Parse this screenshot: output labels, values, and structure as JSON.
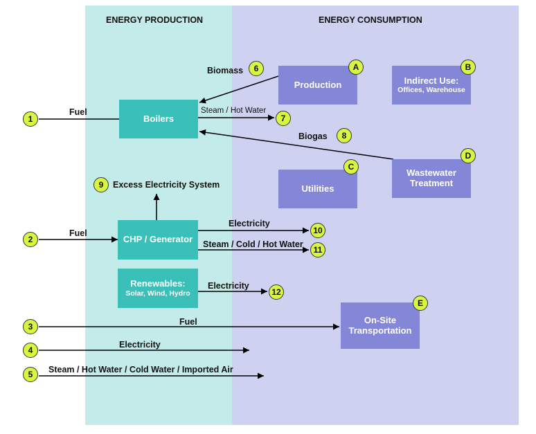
{
  "zones": {
    "production_title": "ENERGY PRODUCTION",
    "consumption_title": "ENERGY CONSUMPTION"
  },
  "boxes": {
    "boilers": "Boilers",
    "chp": "CHP / Generator",
    "renewables_title": "Renewables:",
    "renewables_sub": "Solar, Wind, Hydro",
    "production": "Production",
    "indirect_title": "Indirect Use:",
    "indirect_sub": "Offices, Warehouse",
    "utilities": "Utilities",
    "wastewater": "Wastewater Treatment",
    "transport": "On-Site Transportation"
  },
  "badges": {
    "n1": "1",
    "n2": "2",
    "n3": "3",
    "n4": "4",
    "n5": "5",
    "n6": "6",
    "n7": "7",
    "n8": "8",
    "n9": "9",
    "n10": "10",
    "n11": "11",
    "n12": "12",
    "a": "A",
    "b": "B",
    "c": "C",
    "d": "D",
    "e": "E"
  },
  "labels": {
    "fuel1": "Fuel",
    "fuel2": "Fuel",
    "fuel3": "Fuel",
    "biomass": "Biomass",
    "steam_hot_water": "Steam / Hot Water",
    "biogas": "Biogas",
    "excess": "Excess Electricity System",
    "electricity_chp": "Electricity",
    "steam_cold_hot": "Steam / Cold / Hot Water",
    "electricity_ren": "Electricity",
    "electricity4": "Electricity",
    "imported": "Steam / Hot Water / Cold Water / Imported Air"
  }
}
